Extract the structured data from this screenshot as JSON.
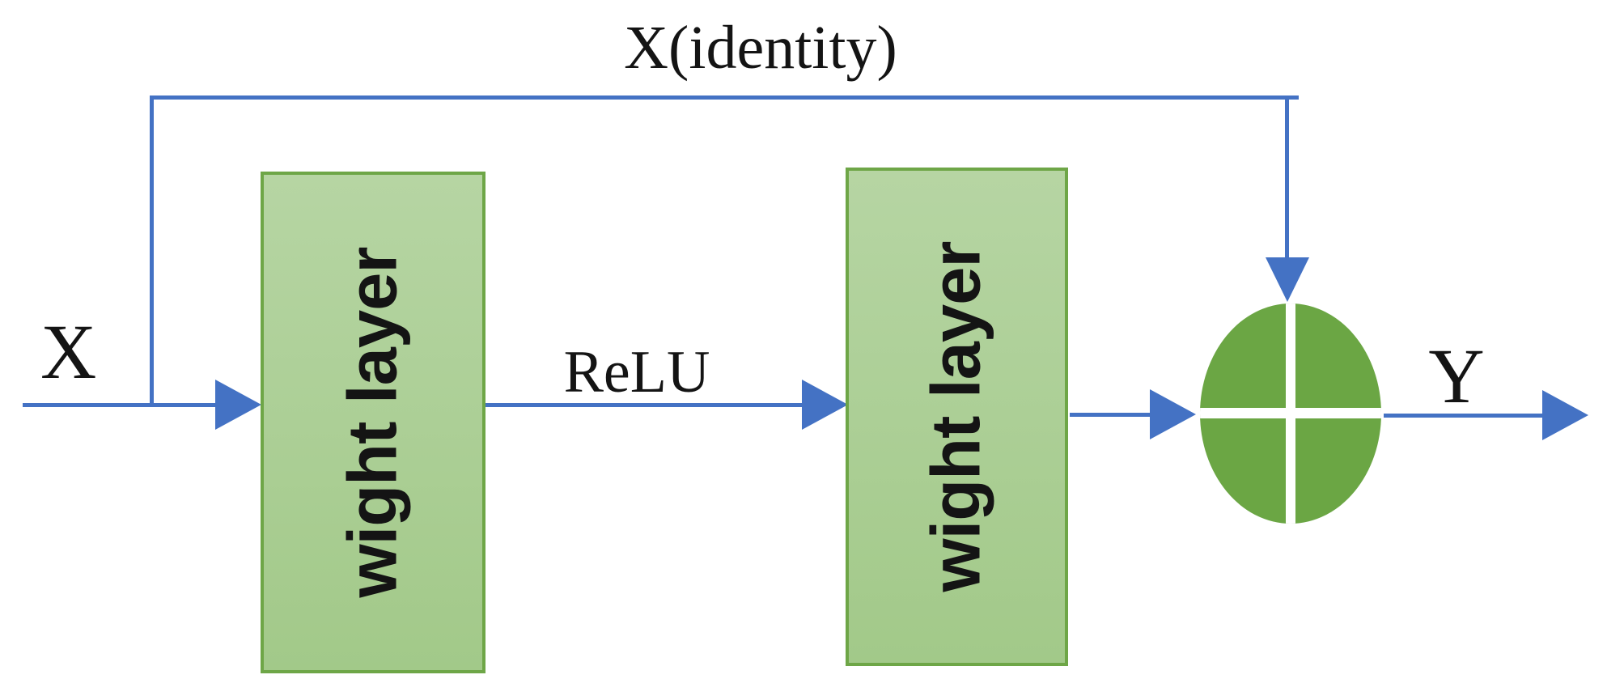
{
  "diagram": {
    "title": "residual-block",
    "labels": {
      "input": "X",
      "identity": "X(identity)",
      "activation": "ReLU",
      "output": "Y"
    },
    "blocks": [
      {
        "label": "wight layer"
      },
      {
        "label": "wight layer"
      }
    ],
    "add_node": {
      "symbol": "plus-cross"
    },
    "colors": {
      "page_bg": "#ffffff",
      "connector_blue": "#4472C4",
      "block_border_green": "#6EA647",
      "block_fill_light": "#B6D5A3",
      "block_fill_dark": "#A2C989",
      "add_node_green": "#6BA644",
      "text_black": "#141414"
    }
  }
}
